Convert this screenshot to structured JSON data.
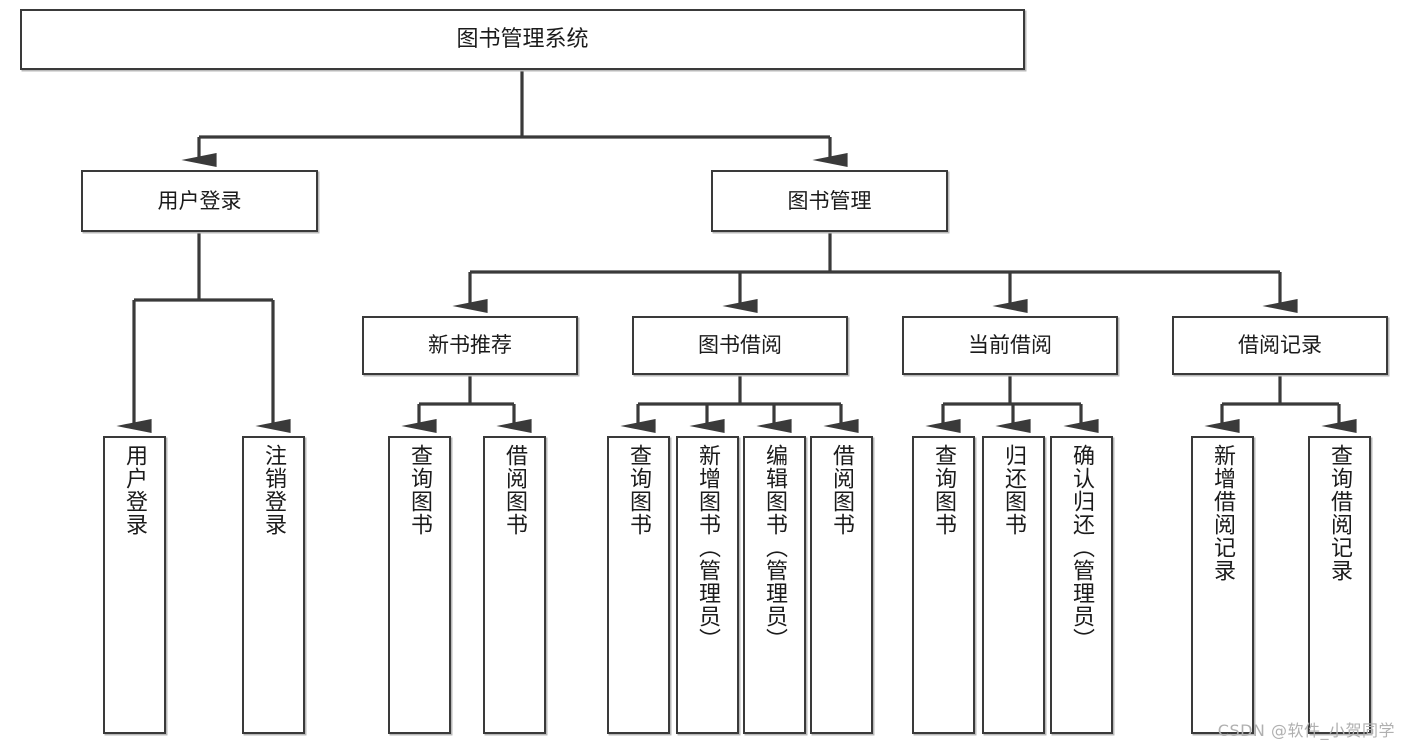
{
  "diagram": {
    "title": "图书管理系统",
    "type": "hierarchy-flowchart",
    "theme": {
      "background": "#ffffff",
      "box_border": "#3a3a3a",
      "box_fill": "#ffffff",
      "edge_color": "#3a3a3a",
      "text_color": "#1b1b1b",
      "watermark_color": "#b0b0b0"
    },
    "nodes": {
      "root": {
        "label": "图书管理系统"
      },
      "level2": [
        {
          "id": "user-login",
          "label": "用户登录"
        },
        {
          "id": "book-manage",
          "label": "图书管理"
        }
      ],
      "level3": [
        {
          "id": "new-book-recommend",
          "label": "新书推荐"
        },
        {
          "id": "book-borrow",
          "label": "图书借阅"
        },
        {
          "id": "current-borrow",
          "label": "当前借阅"
        },
        {
          "id": "borrow-record",
          "label": "借阅记录"
        }
      ],
      "leaves": {
        "user-login": [
          {
            "id": "leaf-user-login",
            "label": "用户登录"
          },
          {
            "id": "leaf-logout-login",
            "label": "注销登录"
          }
        ],
        "new-book-recommend": [
          {
            "id": "leaf-query-book-1",
            "label": "查询图书"
          },
          {
            "id": "leaf-borrow-book-1",
            "label": "借阅图书"
          }
        ],
        "book-borrow": [
          {
            "id": "leaf-query-book-2",
            "label": "查询图书"
          },
          {
            "id": "leaf-add-book-admin",
            "label": "新增图书（管理员）"
          },
          {
            "id": "leaf-edit-book-admin",
            "label": "编辑图书（管理员）"
          },
          {
            "id": "leaf-borrow-book-2",
            "label": "借阅图书"
          }
        ],
        "current-borrow": [
          {
            "id": "leaf-query-book-3",
            "label": "查询图书"
          },
          {
            "id": "leaf-return-book",
            "label": "归还图书"
          },
          {
            "id": "leaf-confirm-return-admin",
            "label": "确认归还（管理员）"
          }
        ],
        "borrow-record": [
          {
            "id": "leaf-add-borrow-record",
            "label": "新增借阅记录"
          },
          {
            "id": "leaf-query-borrow-record",
            "label": "查询借阅记录"
          }
        ]
      }
    },
    "watermark": "CSDN @软件_小贺同学"
  }
}
